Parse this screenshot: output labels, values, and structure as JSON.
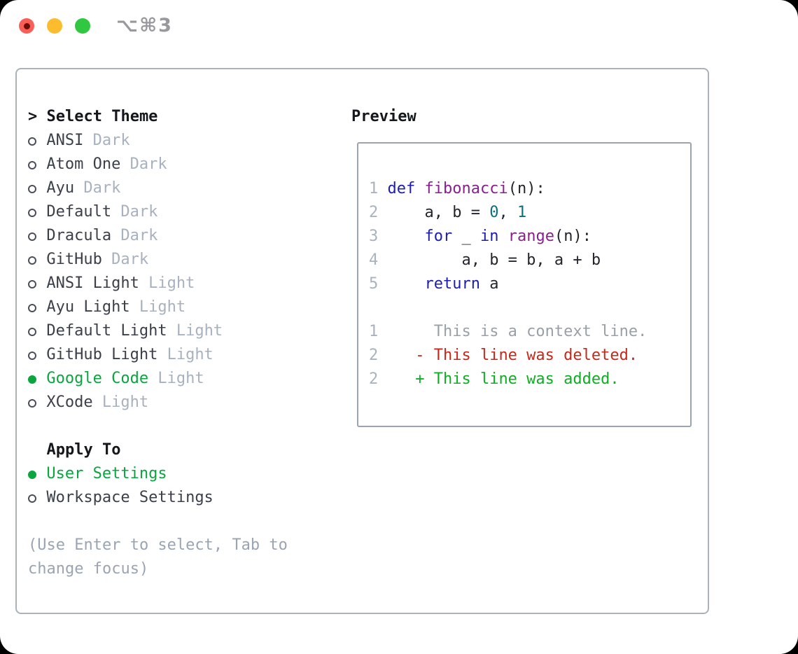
{
  "titlebar": {
    "title": "⌥⌘3"
  },
  "colors": {
    "traffic_red": "#f95f57",
    "traffic_red_dot": "#6e0d05",
    "traffic_yellow": "#fdbb2e",
    "traffic_green": "#2fc840",
    "titlebar_text": "#97999e",
    "border": "#aab2bb",
    "preview_border": "#9aa3ae",
    "header_text": "#14171c",
    "dark_text": "#3a3f49",
    "muted_text": "#a8b1bf",
    "help_text": "#9aa4b2",
    "radio_outline": "#4a505b",
    "accent_green": "#0aa53f",
    "line_number": "#a9b2bd",
    "code_plain": "#22262c",
    "syntax_keyword": "#1d1db0",
    "syntax_function": "#8a1f8f",
    "syntax_literal": "#0c7079",
    "diff_context": "#9aa0a8",
    "diff_deleted": "#c6281a",
    "diff_added": "#0bb021"
  },
  "theme_panel": {
    "header": {
      "segs": [
        {
          "c": "hdr",
          "t": "> Select Theme"
        }
      ]
    },
    "items": [
      {
        "label": "ANSI",
        "variant": "Dark",
        "selected": false,
        "segs": [
          {
            "c": "bul0",
            "t": "",
            "n": "radio-icon-unselected"
          },
          {
            "c": "name",
            "t": "ANSI "
          },
          {
            "c": "muted",
            "t": "Dark"
          }
        ]
      },
      {
        "label": "Atom One",
        "variant": "Dark",
        "selected": false,
        "segs": [
          {
            "c": "bul0",
            "t": "",
            "n": "radio-icon-unselected"
          },
          {
            "c": "name",
            "t": "Atom One "
          },
          {
            "c": "muted",
            "t": "Dark"
          }
        ]
      },
      {
        "label": "Ayu",
        "variant": "Dark",
        "selected": false,
        "segs": [
          {
            "c": "bul0",
            "t": "",
            "n": "radio-icon-unselected"
          },
          {
            "c": "name",
            "t": "Ayu "
          },
          {
            "c": "muted",
            "t": "Dark"
          }
        ]
      },
      {
        "label": "Default",
        "variant": "Dark",
        "selected": false,
        "segs": [
          {
            "c": "bul0",
            "t": "",
            "n": "radio-icon-unselected"
          },
          {
            "c": "name",
            "t": "Default "
          },
          {
            "c": "muted",
            "t": "Dark"
          }
        ]
      },
      {
        "label": "Dracula",
        "variant": "Dark",
        "selected": false,
        "segs": [
          {
            "c": "bul0",
            "t": "",
            "n": "radio-icon-unselected"
          },
          {
            "c": "name",
            "t": "Dracula "
          },
          {
            "c": "muted",
            "t": "Dark"
          }
        ]
      },
      {
        "label": "GitHub",
        "variant": "Dark",
        "selected": false,
        "segs": [
          {
            "c": "bul0",
            "t": "",
            "n": "radio-icon-unselected"
          },
          {
            "c": "name",
            "t": "GitHub "
          },
          {
            "c": "muted",
            "t": "Dark"
          }
        ]
      },
      {
        "label": "ANSI Light",
        "variant": "Light",
        "selected": false,
        "segs": [
          {
            "c": "bul0",
            "t": "",
            "n": "radio-icon-unselected"
          },
          {
            "c": "name",
            "t": "ANSI Light "
          },
          {
            "c": "muted",
            "t": "Light"
          }
        ]
      },
      {
        "label": "Ayu Light",
        "variant": "Light",
        "selected": false,
        "segs": [
          {
            "c": "bul0",
            "t": "",
            "n": "radio-icon-unselected"
          },
          {
            "c": "name",
            "t": "Ayu Light "
          },
          {
            "c": "muted",
            "t": "Light"
          }
        ]
      },
      {
        "label": "Default Light",
        "variant": "Light",
        "selected": false,
        "segs": [
          {
            "c": "bul0",
            "t": "",
            "n": "radio-icon-unselected"
          },
          {
            "c": "name",
            "t": "Default Light "
          },
          {
            "c": "muted",
            "t": "Light"
          }
        ]
      },
      {
        "label": "GitHub Light",
        "variant": "Light",
        "selected": false,
        "segs": [
          {
            "c": "bul0",
            "t": "",
            "n": "radio-icon-unselected"
          },
          {
            "c": "name",
            "t": "GitHub Light "
          },
          {
            "c": "muted",
            "t": "Light"
          }
        ]
      },
      {
        "label": "Google Code",
        "variant": "Light",
        "selected": true,
        "segs": [
          {
            "c": "bul1",
            "t": "",
            "n": "radio-icon-selected"
          },
          {
            "c": "sel",
            "t": "Google Code "
          },
          {
            "c": "muted",
            "t": "Light"
          }
        ]
      },
      {
        "label": "XCode",
        "variant": "Light",
        "selected": false,
        "segs": [
          {
            "c": "bul0",
            "t": "",
            "n": "radio-icon-unselected"
          },
          {
            "c": "name",
            "t": "XCode "
          },
          {
            "c": "muted",
            "t": "Light"
          }
        ]
      }
    ],
    "apply_to": {
      "header": {
        "segs": [
          {
            "c": "hdr",
            "t": "  Apply To"
          }
        ]
      },
      "options": [
        {
          "label": "User Settings",
          "selected": true,
          "segs": [
            {
              "c": "bul1",
              "t": "",
              "n": "radio-icon-selected"
            },
            {
              "c": "sel",
              "t": "User Settings"
            }
          ]
        },
        {
          "label": "Workspace Settings",
          "selected": false,
          "segs": [
            {
              "c": "bul0",
              "t": "",
              "n": "radio-icon-unselected"
            },
            {
              "c": "name",
              "t": "Workspace Settings"
            }
          ]
        }
      ]
    },
    "help": [
      {
        "segs": [
          {
            "c": "help",
            "t": "(Use Enter to select, Tab to"
          }
        ]
      },
      {
        "segs": [
          {
            "c": "help",
            "t": "change focus)"
          }
        ]
      }
    ]
  },
  "preview": {
    "header": "Preview",
    "code_lines": [
      {
        "num": 1,
        "segs": [
          {
            "c": "num",
            "t": "1 "
          },
          {
            "c": "kw",
            "t": "def"
          },
          {
            "c": "pl",
            "t": " "
          },
          {
            "c": "fn",
            "t": "fibonacci"
          },
          {
            "c": "pl",
            "t": "(n):"
          }
        ]
      },
      {
        "num": 2,
        "segs": [
          {
            "c": "num",
            "t": "2 "
          },
          {
            "c": "pl",
            "t": "    a, b = "
          },
          {
            "c": "lit",
            "t": "0"
          },
          {
            "c": "pl",
            "t": ", "
          },
          {
            "c": "lit",
            "t": "1"
          }
        ]
      },
      {
        "num": 3,
        "segs": [
          {
            "c": "num",
            "t": "3 "
          },
          {
            "c": "pl",
            "t": "    "
          },
          {
            "c": "kw",
            "t": "for"
          },
          {
            "c": "pl",
            "t": " _ "
          },
          {
            "c": "kw",
            "t": "in"
          },
          {
            "c": "pl",
            "t": " "
          },
          {
            "c": "fn",
            "t": "range"
          },
          {
            "c": "pl",
            "t": "(n):"
          }
        ]
      },
      {
        "num": 4,
        "segs": [
          {
            "c": "num",
            "t": "4 "
          },
          {
            "c": "pl",
            "t": "        a, b = b, a + b"
          }
        ]
      },
      {
        "num": 5,
        "segs": [
          {
            "c": "num",
            "t": "5 "
          },
          {
            "c": "pl",
            "t": "    "
          },
          {
            "c": "kw",
            "t": "return"
          },
          {
            "c": "pl",
            "t": " a"
          }
        ]
      }
    ],
    "diff_lines": [
      {
        "num": 1,
        "kind": "context",
        "segs": [
          {
            "c": "num",
            "t": "1 "
          },
          {
            "c": "ctx",
            "t": "     This is a context line."
          }
        ]
      },
      {
        "num": 2,
        "kind": "deleted",
        "segs": [
          {
            "c": "num",
            "t": "2 "
          },
          {
            "c": "del",
            "t": "   - This line was deleted."
          }
        ]
      },
      {
        "num": 2,
        "kind": "added",
        "segs": [
          {
            "c": "num",
            "t": "2 "
          },
          {
            "c": "add",
            "t": "   + This line was added."
          }
        ]
      }
    ]
  }
}
